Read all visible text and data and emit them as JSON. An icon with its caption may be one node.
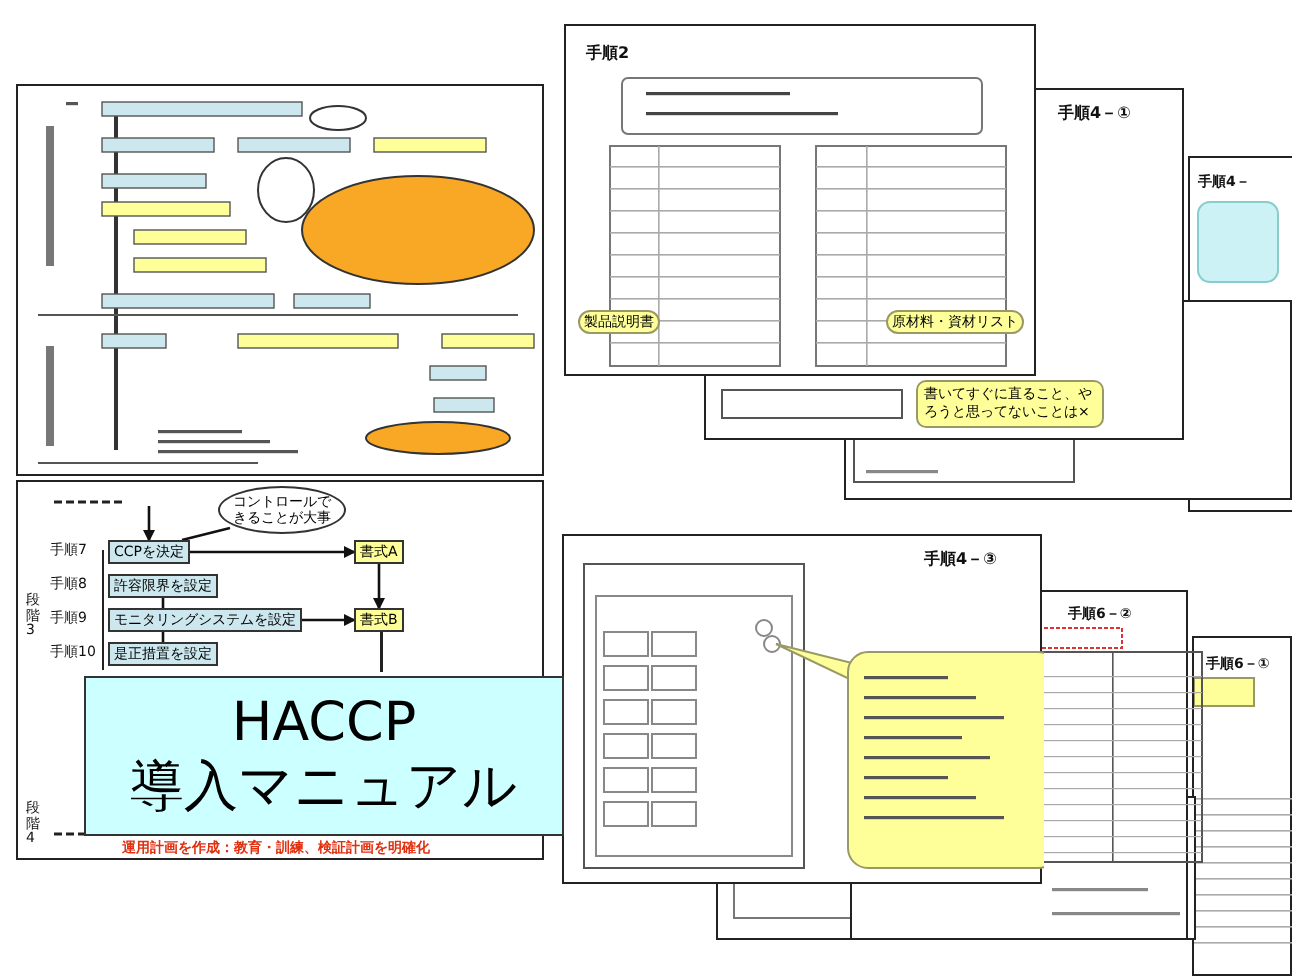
{
  "diagram": {
    "title": "HACCP 導入マニュアル",
    "nodes": [
      {
        "text": [
          "CCPを決定"
        ]
      },
      {
        "text": [
          "許容限界を設定"
        ]
      },
      {
        "text": [
          "モニタリングシステムを設定"
        ]
      },
      {
        "text": [
          "是正措置を設定"
        ]
      },
      {
        "text": [
          "書式A"
        ]
      },
      {
        "text": [
          "書式B"
        ]
      },
      {
        "text": [
          "コントロールできることが大事"
        ]
      },
      {
        "text": [
          "製品説明書"
        ]
      },
      {
        "text": [
          "原材料・資材リスト"
        ]
      },
      {
        "text": [
          "書いてすぐに直ること、やろうと思ってないことは×"
        ]
      }
    ],
    "edges": [
      {
        "from": 0,
        "to": 4,
        "arrow": "to"
      },
      {
        "from": 4,
        "to": 5,
        "arrow": "to"
      },
      {
        "from": 2,
        "to": 5,
        "arrow": "to"
      },
      {
        "from": 1,
        "to": 3,
        "arrow": "none"
      },
      {
        "from": null,
        "to": 0,
        "arrow": "to"
      },
      {
        "from": 6,
        "to": 0,
        "arrow": "none"
      }
    ],
    "labels": [
      "手順7",
      "手順8",
      "手順9",
      "手順10",
      "段階3",
      "段階4",
      "運用計画を作成：教育・訓練、検証計画を明確化",
      "手順2",
      "手順4－①",
      "手順4－③",
      "手順6－②",
      "手順6－①",
      "手順4－"
    ]
  }
}
